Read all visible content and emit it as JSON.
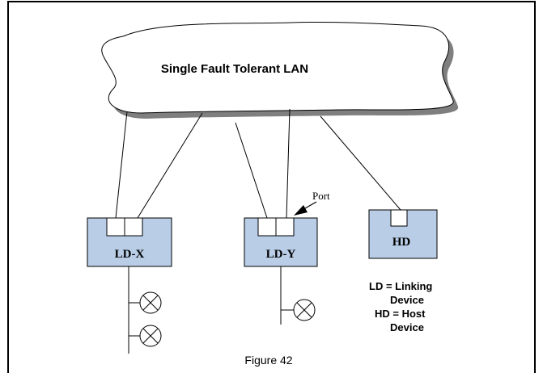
{
  "diagram": {
    "lan_label": "Single Fault Tolerant LAN",
    "devices": {
      "ld_x": "LD-X",
      "ld_y": "LD-Y",
      "hd": "HD"
    },
    "port_label": "Port",
    "legend": {
      "ld_line1": "LD = Linking",
      "ld_line2": "Device",
      "hd_line1": "HD = Host",
      "hd_line2": "Device"
    },
    "caption": "Figure 42"
  },
  "colors": {
    "device_fill": "#b9cde6",
    "cloud_shadow": "#7f7f7f",
    "line": "#000000",
    "background": "#ffffff"
  }
}
